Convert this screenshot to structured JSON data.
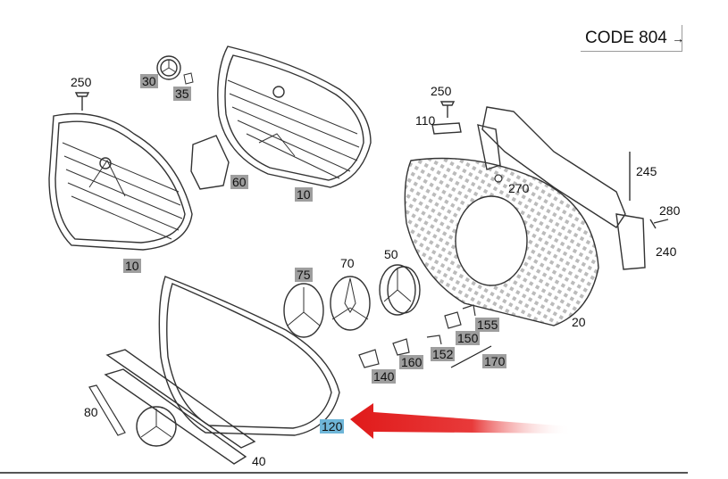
{
  "header": {
    "code_text": "CODE 804",
    "code_arrow": "→"
  },
  "callouts": {
    "p10a": "10",
    "p10b": "10",
    "p20": "20",
    "p30": "30",
    "p35": "35",
    "p40": "40",
    "p50": "50",
    "p60": "60",
    "p70": "70",
    "p75": "75",
    "p80": "80",
    "p110": "110",
    "p120": "120",
    "p140": "140",
    "p150": "150",
    "p152": "152",
    "p155": "155",
    "p160": "160",
    "p170": "170",
    "p240": "240",
    "p245": "245",
    "p250a": "250",
    "p250b": "250",
    "p270": "270",
    "p280": "280"
  },
  "colors": {
    "highlight": "#6fb6d8",
    "arrow": "#e01a1a",
    "label_bg": "#9e9e9e",
    "line": "#222222"
  }
}
